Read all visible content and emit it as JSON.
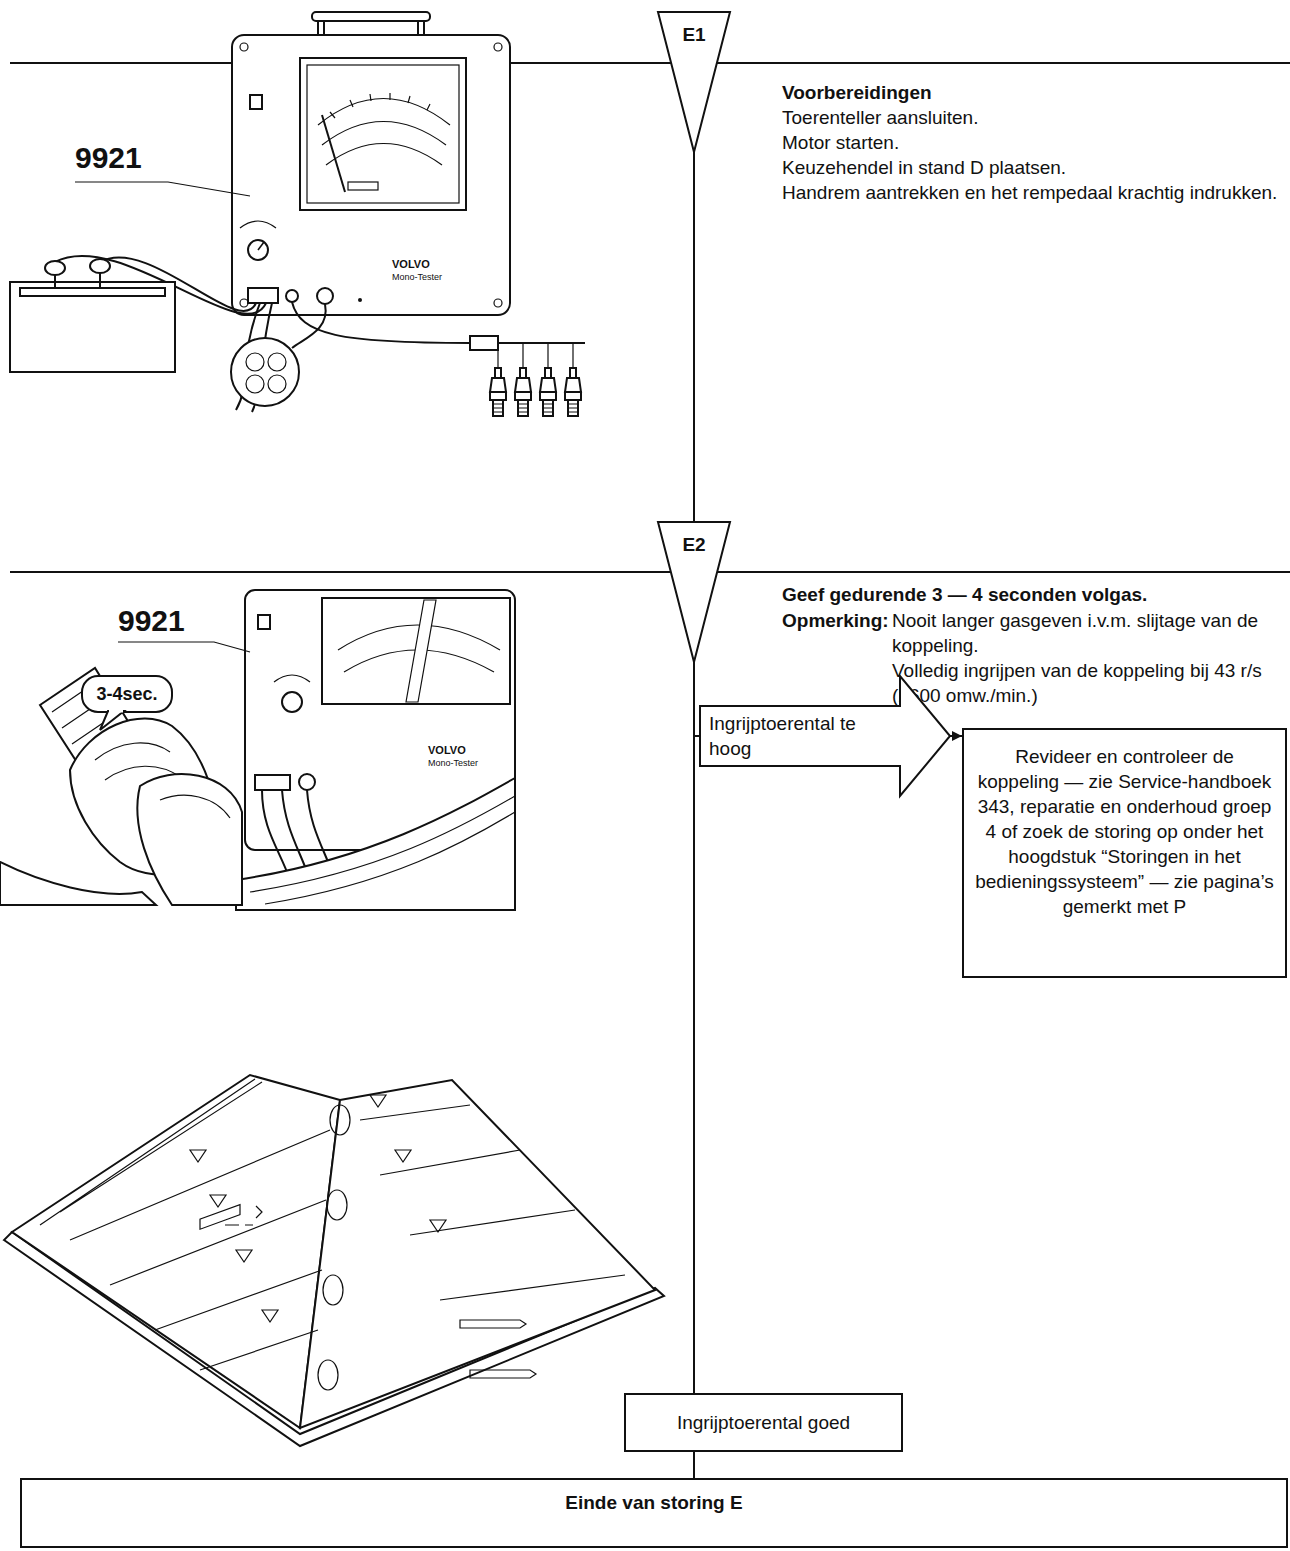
{
  "diagram": {
    "nodes": [
      {
        "text": [
          "E1"
        ]
      },
      {
        "text": [
          "E2"
        ]
      },
      {
        "text": [
          "Ingrijptoerental te hoog"
        ]
      },
      {
        "text": [
          "Revideer en controleer de koppeling — zie Service-handboek 343, reparatie en onderhoud groep 4 of zoek de storing op onder het hoogdstuk “Storingen in het bedieningssysteem” — zie pagina’s gemerkt met P"
        ]
      },
      {
        "text": [
          "Ingrijptoerental goed"
        ]
      },
      {
        "text": [
          "Einde van storing E"
        ]
      }
    ],
    "edges": [
      {
        "from": 0,
        "to": 1,
        "arrow": "none"
      },
      {
        "from": 1,
        "to": 2,
        "arrow": "none"
      },
      {
        "from": 2,
        "to": 3,
        "arrow": "to"
      },
      {
        "from": 1,
        "to": 4,
        "arrow": "none"
      },
      {
        "from": 4,
        "to": 5,
        "arrow": "none"
      }
    ],
    "labels": [
      "9921",
      "VOLVO",
      "Mono-Tester",
      "Voorbereidingen",
      "Toerenteller aansluiten.",
      "Motor starten.",
      "Keuzehendel in stand D plaatsen.",
      "Handrem aantrekken en het rempedaal krachtig indrukken.",
      "9921",
      "3-4sec.",
      "VOLVO",
      "Mono-Tester",
      "Geef gedurende 3 — 4 seconden volgas.",
      "Opmerking:",
      "Nooit langer gasgeven i.v.m. slijtage van de koppeling.",
      "Volledig ingrijpen van de koppeling bij 43 r/s (2600 omw./min.)"
    ]
  }
}
